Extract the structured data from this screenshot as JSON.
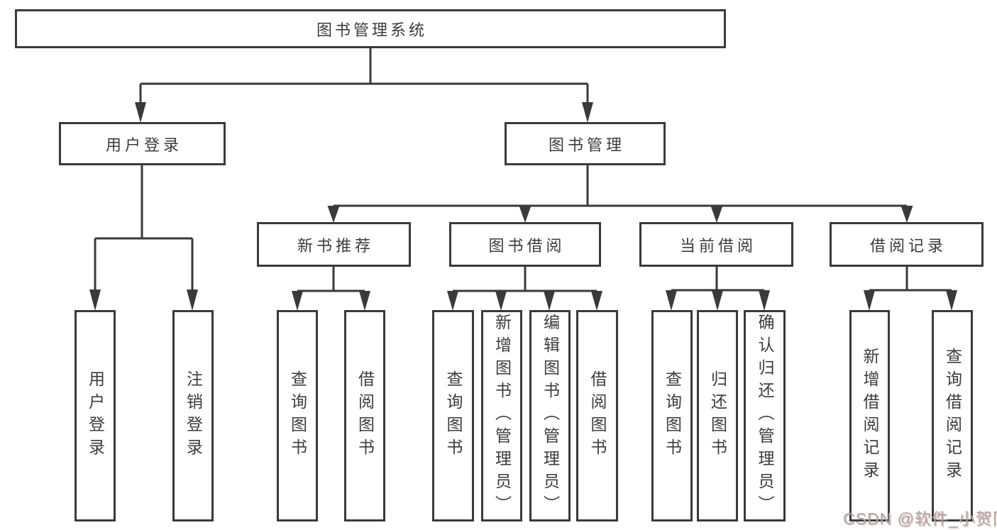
{
  "nodes": {
    "root": {
      "label": "图书管理系统"
    },
    "level1": [
      {
        "label": "用户登录"
      },
      {
        "label": "图书管理"
      }
    ],
    "level2": [
      {
        "label": "新书推荐"
      },
      {
        "label": "图书借阅"
      },
      {
        "label": "当前借阅"
      },
      {
        "label": "借阅记录"
      }
    ],
    "leaves": [
      {
        "label": "用户登录"
      },
      {
        "label": "注销登录"
      },
      {
        "label": "查询图书"
      },
      {
        "label": "借阅图书"
      },
      {
        "label": "查询图书"
      },
      {
        "label": "新增图书（管理员）"
      },
      {
        "label": "编辑图书（管理员）"
      },
      {
        "label": "借阅图书"
      },
      {
        "label": "查询图书"
      },
      {
        "label": "归还图书"
      },
      {
        "label": "确认归还（管理员）"
      },
      {
        "label": "新增借阅记录"
      },
      {
        "label": "查询借阅记录"
      }
    ]
  },
  "watermark": {
    "text": "CSDN @软件_小贺同学"
  },
  "colors": {
    "line": "#3a3a3a",
    "box_border": "#3a3a3a",
    "text": "#3c3c3c",
    "background": "#ffffff",
    "watermark": "#a8a8a8"
  }
}
